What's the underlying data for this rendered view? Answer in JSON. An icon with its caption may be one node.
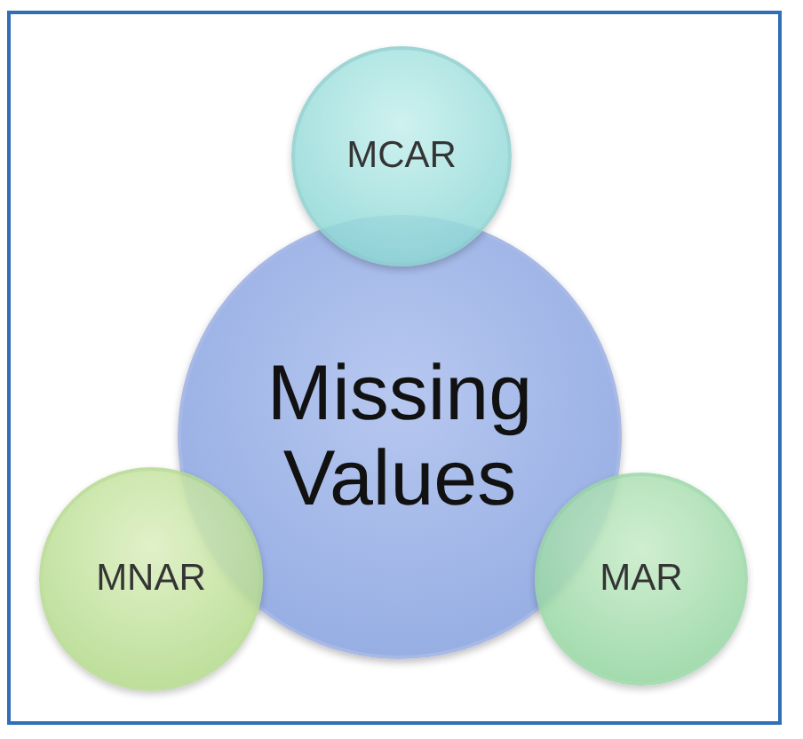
{
  "diagram": {
    "nodes": [
      {
        "text": [
          "MCAR"
        ]
      },
      {
        "text": [
          "Missing Values"
        ]
      },
      {
        "text": [
          "MNAR"
        ]
      },
      {
        "text": [
          "MAR"
        ]
      }
    ]
  }
}
